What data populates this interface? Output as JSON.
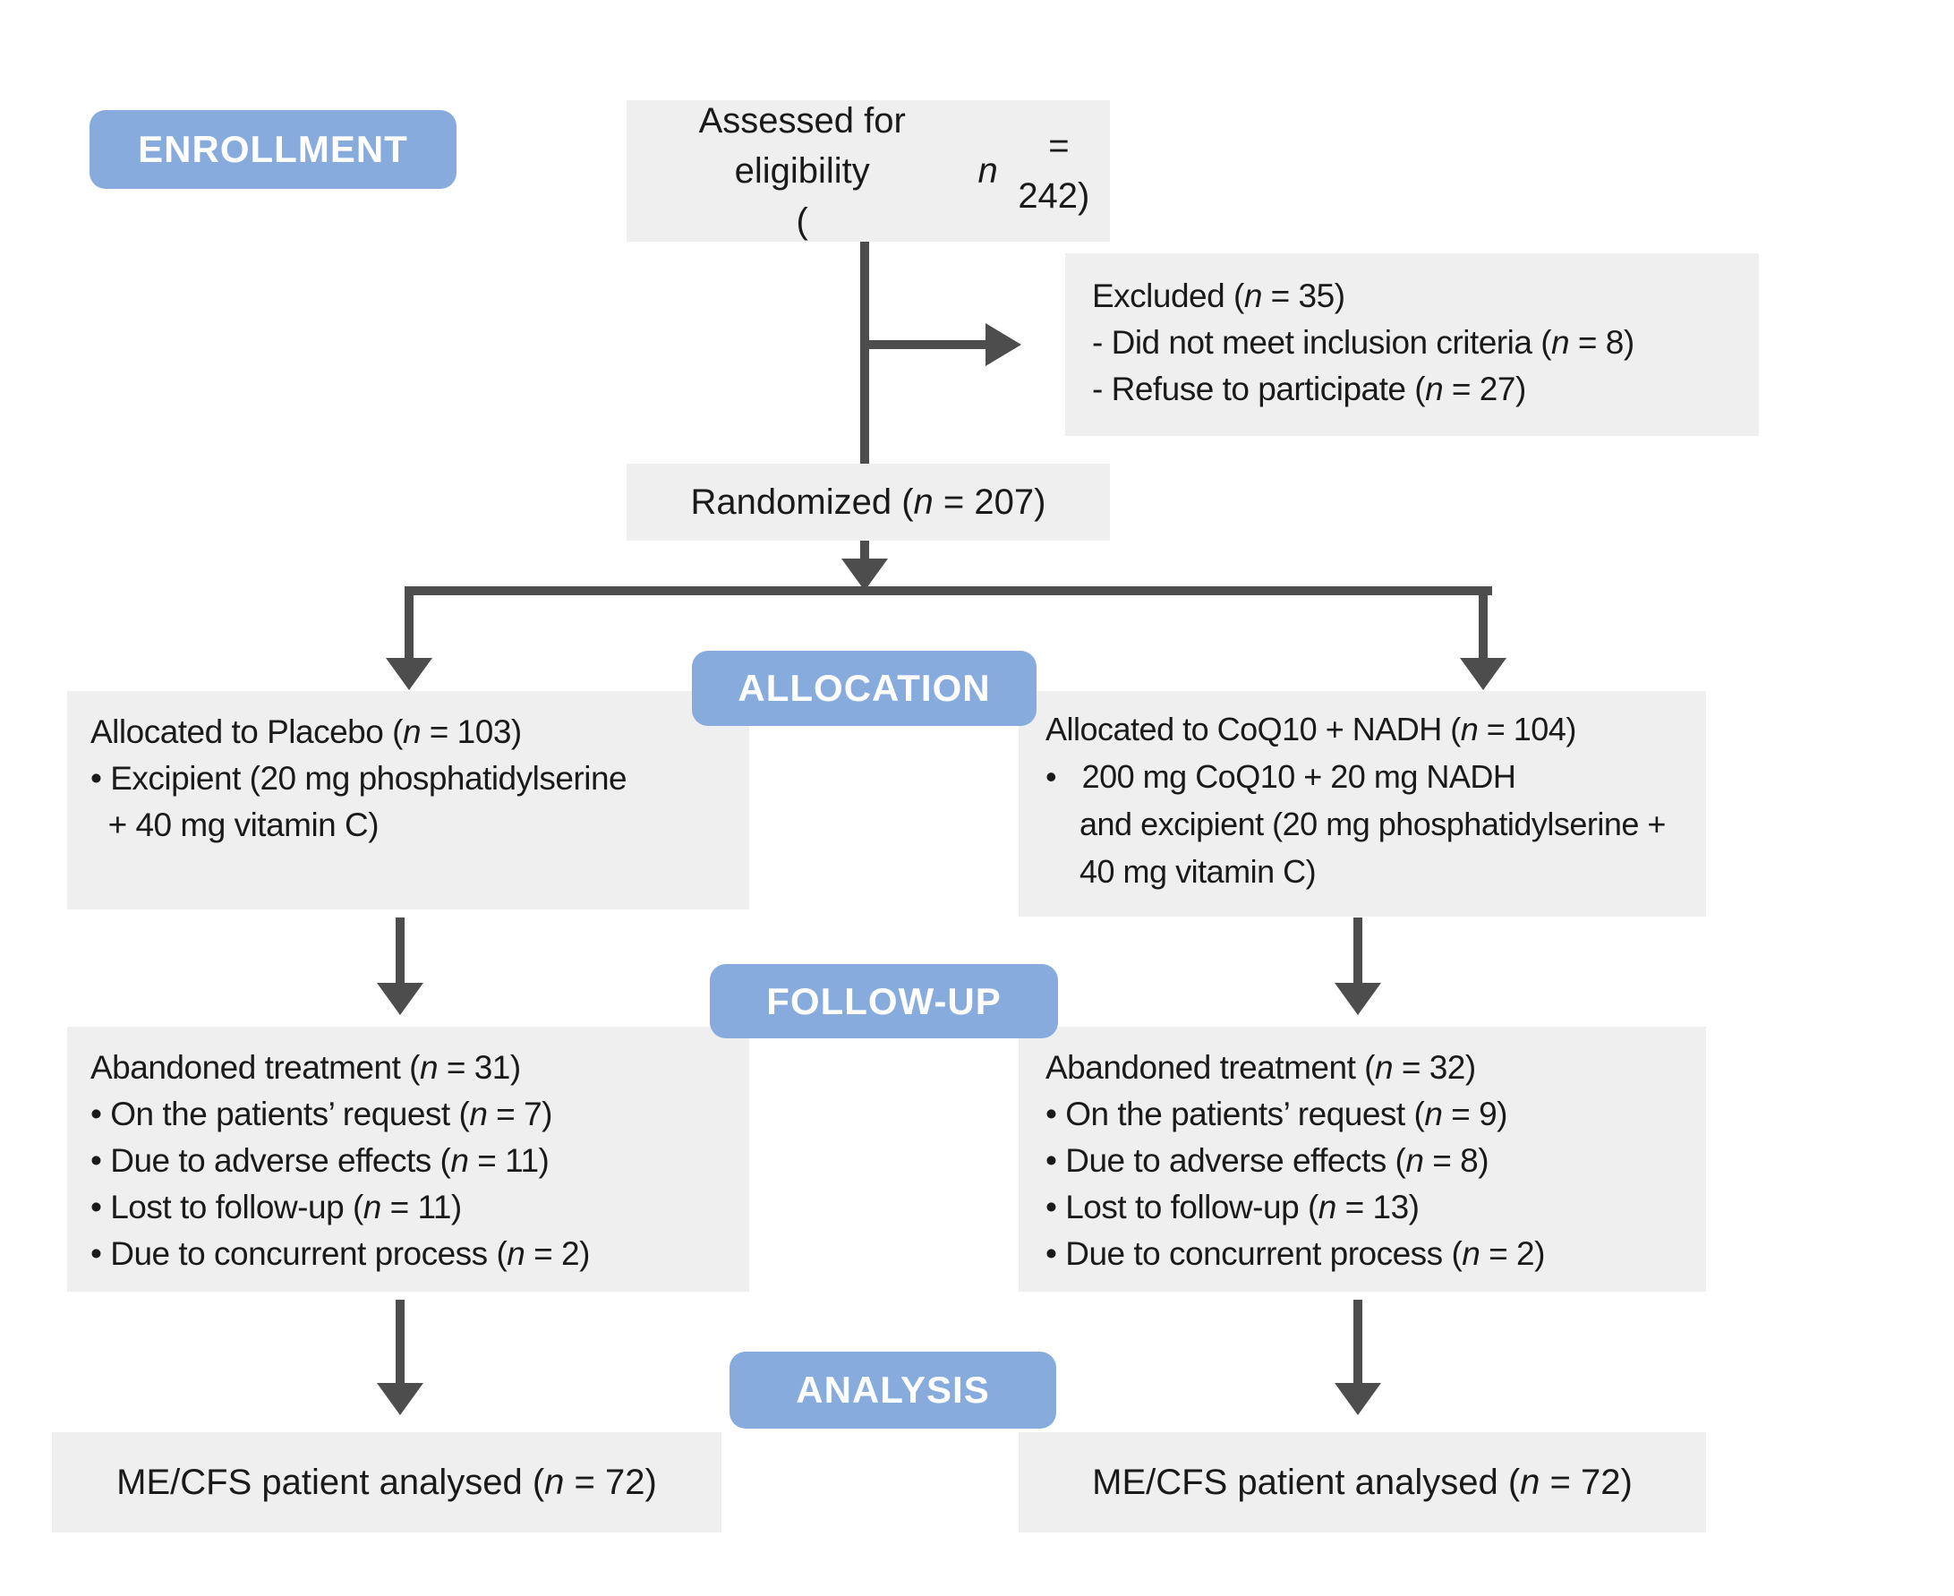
{
  "palette": {
    "label_blue": "#86abdc",
    "label_text": "#ffffff",
    "box_gray": "#efefef",
    "arrow_gray": "#4d4d4d",
    "text": "#1a1a1a"
  },
  "stage_labels": {
    "enrollment": "ENROLLMENT",
    "allocation": "ALLOCATION",
    "followup": "FOLLOW-UP",
    "analysis": "ANALYSIS"
  },
  "boxes": {
    "assessed": {
      "lines": [
        "Assessed for eligibility",
        "(n = 242)"
      ]
    },
    "excluded": {
      "lines": [
        "Excluded (n = 35)",
        "- Did not meet inclusion criteria (n = 8)",
        "- Refuse to participate (n = 27)"
      ]
    },
    "randomized": {
      "lines": [
        "Randomized (n = 207)"
      ]
    },
    "allocation_placebo": {
      "lines": [
        "Allocated to Placebo (n = 103)",
        "• Excipient (20 mg phosphatidylserine",
        "  + 40 mg vitamin C)"
      ]
    },
    "allocation_coq10": {
      "lines": [
        "Allocated to CoQ10 + NADH (n = 104)",
        "•   200 mg CoQ10 + 20 mg NADH",
        "    and excipient (20 mg phosphatidylserine +",
        "    40 mg vitamin C)"
      ]
    },
    "followup_placebo": {
      "lines": [
        "Abandoned treatment (n = 31)",
        "• On the patients’ request (n = 7)",
        "• Due to adverse effects (n = 11)",
        "• Lost to follow-up (n = 11)",
        "• Due to concurrent process (n = 2)"
      ]
    },
    "followup_coq10": {
      "lines": [
        "Abandoned treatment (n = 32)",
        "• On the patients’ request (n = 9)",
        "• Due to adverse effects (n = 8)",
        "• Lost to follow-up (n = 13)",
        "• Due to concurrent process (n = 2)"
      ]
    },
    "analysis_placebo": {
      "lines": [
        "ME/CFS patient analysed (n = 72)"
      ]
    },
    "analysis_coq10": {
      "lines": [
        "ME/CFS patient analysed (n = 72)"
      ]
    }
  }
}
